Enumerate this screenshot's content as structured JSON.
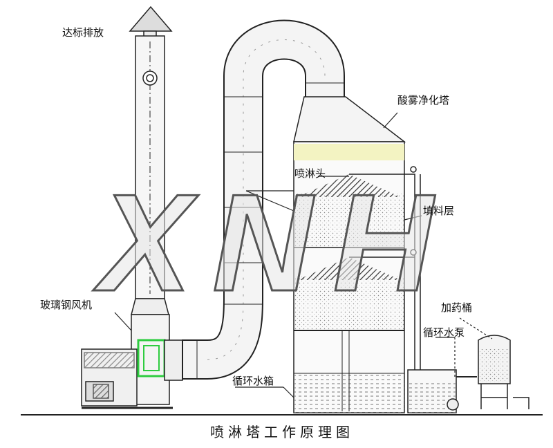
{
  "labels": {
    "exhaust": "达标排放",
    "tower": "酸雾净化塔",
    "spray_head": "喷淋头",
    "packing": "填料层",
    "fan": "玻璃钢风机",
    "dosing_tank": "加药桶",
    "pump": "循环水泵",
    "tank": "循环水箱"
  },
  "caption": "喷淋塔工作原理图",
  "watermark": "XNH",
  "colors": {
    "line": "#222222",
    "duct_fill": "#f4f4f4",
    "mist_band": "#f3f3c2",
    "fan_green": "#2ecc40",
    "watermark_stroke": "#555555",
    "watermark_fill": "#e8e8e8"
  }
}
